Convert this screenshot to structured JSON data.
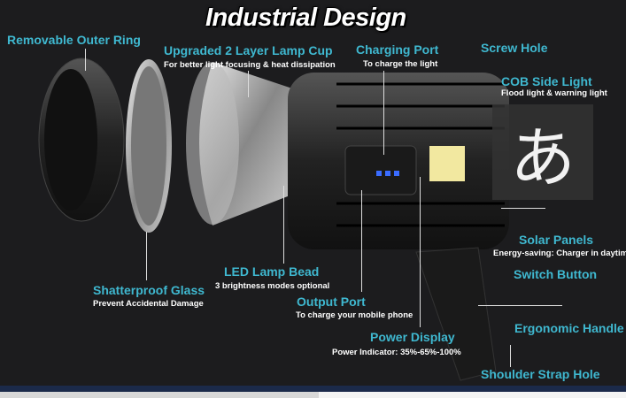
{
  "title": "Industrial Design",
  "labels": {
    "outer_ring": "Removable Outer Ring",
    "lamp_cup": "Upgraded 2 Layer Lamp Cup",
    "lamp_cup_sub": "For better light focusing & heat dissipation",
    "charging_port": "Charging Port",
    "charging_port_sub": "To charge the light",
    "screw_hole": "Screw Hole",
    "cob": "COB Side Light",
    "cob_sub": "Flood light & warning light",
    "solar": "Solar Panels",
    "solar_sub": "Energy-saving: Charger in daytime",
    "switch": "Switch Button",
    "handle": "Ergonomic Handle",
    "strap": "Shoulder Strap Hole",
    "power": "Power Display",
    "power_sub": "Power Indicator: 35%-65%-100%",
    "output": "Output Port",
    "output_sub": "To charge your mobile phone",
    "led": "LED Lamp Bead",
    "led_sub": "3 brightness modes optional",
    "glass": "Shatterproof Glass",
    "glass_sub": "Prevent Accidental Damage"
  },
  "ime": {
    "char": "あ"
  }
}
